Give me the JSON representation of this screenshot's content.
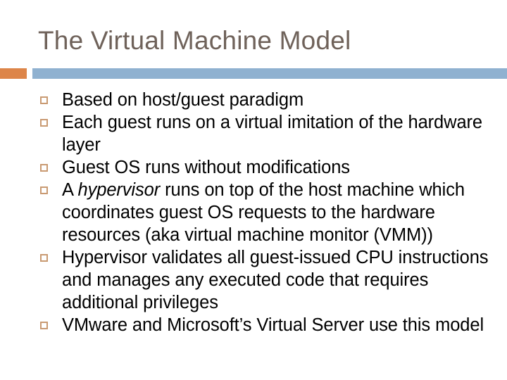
{
  "slide": {
    "title": "The Virtual Machine Model",
    "colors": {
      "title_text": "#6f625a",
      "accent_orange": "#dd8549",
      "divider_blue": "#8fb1d0",
      "bullet_marker": "#c99a72",
      "body_text": "#000000",
      "background": "#ffffff"
    },
    "bullets": [
      {
        "marker": "hollow-square-bullet",
        "text": "Based on host/guest paradigm",
        "segments": [
          {
            "text": "Based on host/guest paradigm",
            "style": "normal"
          }
        ]
      },
      {
        "marker": "hollow-square-bullet",
        "text": "Each guest runs on a virtual imitation of the hardware layer",
        "segments": [
          {
            "text": "Each guest runs on a virtual imitation of the hardware layer",
            "style": "normal"
          }
        ]
      },
      {
        "marker": "hollow-square-bullet",
        "text": "Guest OS runs without modifications",
        "segments": [
          {
            "text": "Guest OS runs without modifications",
            "style": "normal"
          }
        ]
      },
      {
        "marker": "hollow-square-bullet",
        "text": "A hypervisor runs on top of the host machine which coordinates guest OS requests to the hardware resources (aka virtual machine monitor (VMM))",
        "segments": [
          {
            "text": "A ",
            "style": "normal"
          },
          {
            "text": "hypervisor",
            "style": "italic"
          },
          {
            "text": " runs on top of the host machine which coordinates guest OS requests to the hardware resources (aka virtual machine monitor (VMM))",
            "style": "normal"
          }
        ]
      },
      {
        "marker": "hollow-square-bullet",
        "text": "Hypervisor validates all guest-issued CPU instructions and manages any executed code that requires additional privileges",
        "segments": [
          {
            "text": "Hypervisor validates all guest-issued CPU instructions and manages any executed code that requires additional privileges",
            "style": "normal"
          }
        ]
      },
      {
        "marker": "hollow-square-bullet",
        "text": "VMware and Microsoft’s Virtual Server use this model",
        "segments": [
          {
            "text": "VMware and Microsoft’s Virtual Server use this model",
            "style": "normal"
          }
        ]
      }
    ]
  }
}
